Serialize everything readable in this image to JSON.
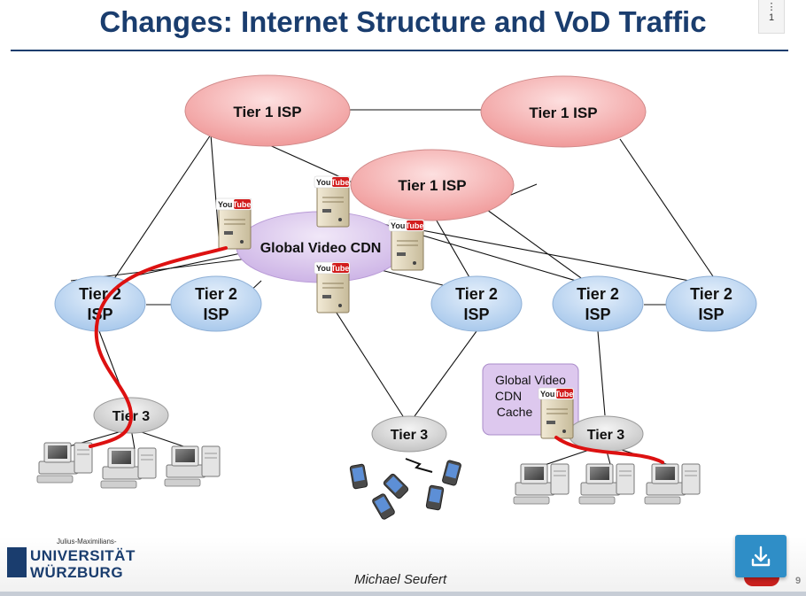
{
  "slide": {
    "title": "Changes: Internet Structure and VoD Traffic",
    "page_tab": "1",
    "author": "Michael Seufert",
    "page_number": "9"
  },
  "logo": {
    "small_text": "Julius-Maximilians-",
    "line1": "UNIVERSITÄT",
    "line2": "WÜRZBURG"
  },
  "download_button": {
    "icon": "download-icon"
  },
  "colors": {
    "title": "#1a3d6e",
    "tier1_fill": "#f4a3a3",
    "tier2_fill": "#bcd6f2",
    "tier3_fill": "#d6d6d6",
    "cdn_fill": "#ddc8ee",
    "red_path": "#dd1111",
    "download_button": "#2f8ec7"
  },
  "diagram": {
    "tier1": [
      {
        "line1": "Tier 1 ISP"
      },
      {
        "line1": "Tier 1 ISP"
      },
      {
        "line1": "Tier 1 ISP"
      }
    ],
    "cdn_label": "Global Video CDN",
    "tier2": [
      {
        "line1": "Tier 2",
        "line2": "ISP"
      },
      {
        "line1": "Tier 2",
        "line2": "ISP"
      },
      {
        "line1": "Tier 2",
        "line2": "ISP"
      },
      {
        "line1": "Tier 2",
        "line2": "ISP"
      },
      {
        "line1": "Tier 2",
        "line2": "ISP"
      }
    ],
    "tier3": [
      {
        "label": "Tier 3"
      },
      {
        "label": "Tier 3"
      },
      {
        "label": "Tier 3"
      }
    ],
    "cache_box": {
      "line1": "Global Video",
      "line2": "CDN",
      "line3": "Cache"
    },
    "youtube_badge": {
      "you": "You",
      "tube": "Tube"
    }
  }
}
